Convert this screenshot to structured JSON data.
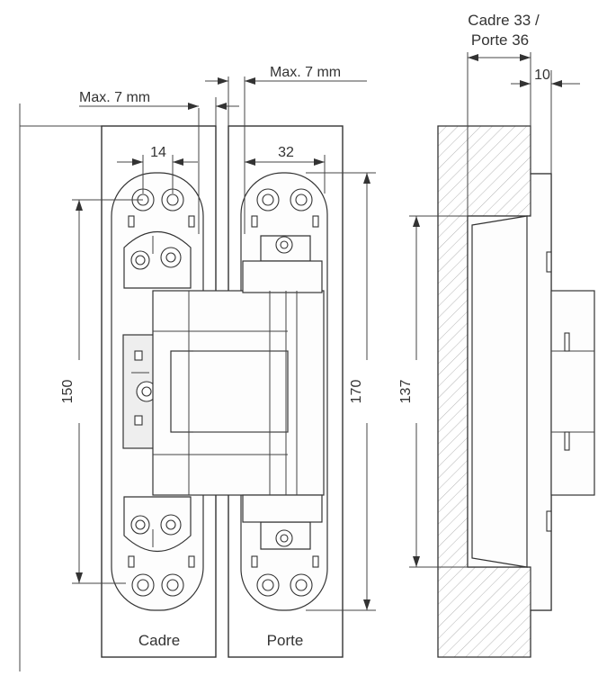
{
  "dimensions": {
    "max_7_left": "Max. 7 mm",
    "max_7_right": "Max. 7 mm",
    "d14": "14",
    "d32": "32",
    "d150": "150",
    "d170": "170",
    "d137": "137",
    "d10": "10",
    "cadre_porte_line1": "Cadre 33 /",
    "cadre_porte_line2": "Porte 36"
  },
  "labels": {
    "cadre": "Cadre",
    "porte": "Porte"
  },
  "colors": {
    "line": "#333333",
    "hatch": "#b5b5b5"
  }
}
